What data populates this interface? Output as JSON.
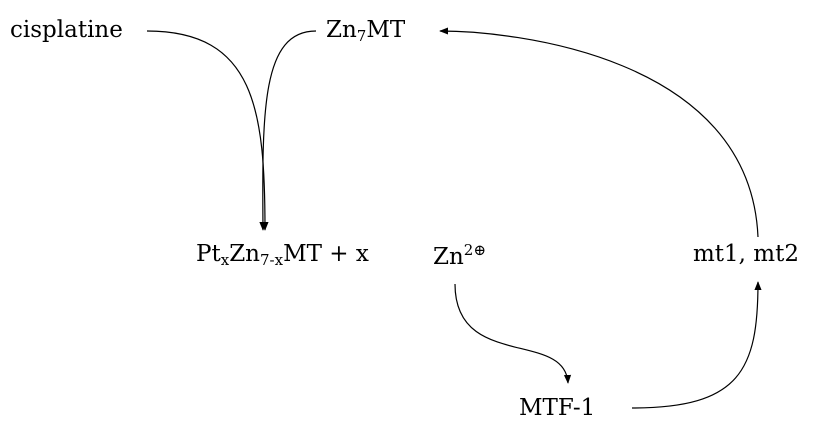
{
  "nodes": {
    "cisplatine": {
      "text": "cisplatine"
    },
    "zn7mt": {
      "base": "Zn",
      "sub": "7",
      "tail": "MT"
    },
    "complex": {
      "p1": "Pt",
      "s1": "x",
      "p2": "Zn",
      "s2": "7-x",
      "p3": "MT",
      "plus": "+ x"
    },
    "zn_ion": {
      "base": "Zn",
      "sup": "2⊕"
    },
    "mt_genes": {
      "text": "mt1, mt2"
    },
    "mtf1": {
      "text": "MTF-1"
    }
  },
  "edges": [
    {
      "from": "cisplatine",
      "to": "complex"
    },
    {
      "from": "zn7mt",
      "to": "complex"
    },
    {
      "from": "zn_ion",
      "to": "mtf1"
    },
    {
      "from": "mtf1",
      "to": "mt_genes"
    },
    {
      "from": "mt_genes",
      "to": "zn7mt"
    }
  ]
}
